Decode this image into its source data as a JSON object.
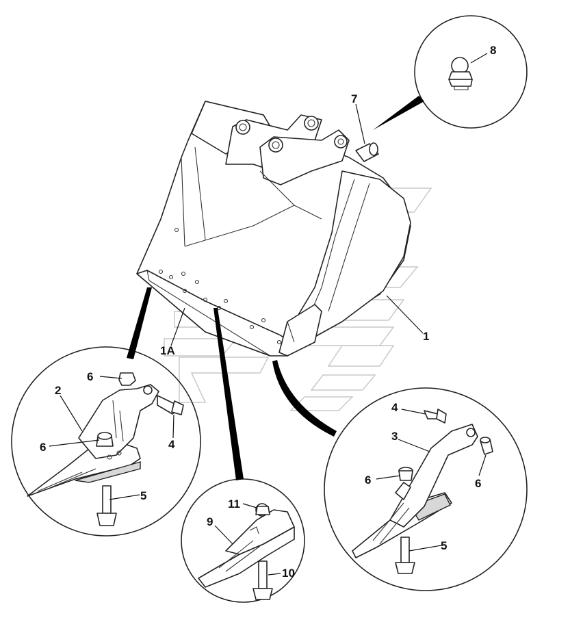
{
  "callouts": {
    "c1": "1",
    "c1a": "1A",
    "c2": "2",
    "c3": "3",
    "c4_left": "4",
    "c4_right": "4",
    "c5_left": "5",
    "c5_right": "5",
    "c6_left_top": "6",
    "c6_left_mid": "6",
    "c6_right_mid": "6",
    "c6_right_side": "6",
    "c7": "7",
    "c8": "8",
    "c9": "9",
    "c10": "10",
    "c11": "11"
  },
  "colors": {
    "line": "#222222",
    "watermark": "#c9c9c9",
    "shade": "#d8d8d8"
  }
}
